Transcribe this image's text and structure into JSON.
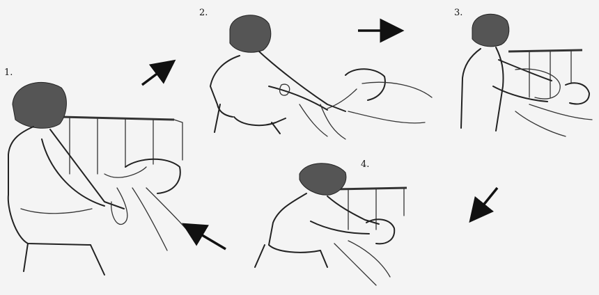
{
  "steps": [
    {
      "number": "1.",
      "icon": "nurse-holding-patient-arms-icon"
    },
    {
      "number": "2.",
      "icon": "nurse-pulling-patient-arm-icon"
    },
    {
      "number": "3.",
      "icon": "nurse-supporting-patient-shoulders-icon"
    },
    {
      "number": "4.",
      "icon": "nurse-lifting-patient-shoulders-icon"
    }
  ],
  "arrows": [
    {
      "icon": "arrow-up-right-icon",
      "from": "1.",
      "to": "2."
    },
    {
      "icon": "arrow-right-icon",
      "from": "2.",
      "to": "3."
    },
    {
      "icon": "arrow-down-left-icon",
      "from": "3.",
      "to": "4."
    },
    {
      "icon": "arrow-left-icon",
      "from": "4.",
      "to": "1."
    }
  ],
  "colors": {
    "ink": "#222222",
    "paper": "#f4f4f4",
    "hair": "#555555"
  }
}
